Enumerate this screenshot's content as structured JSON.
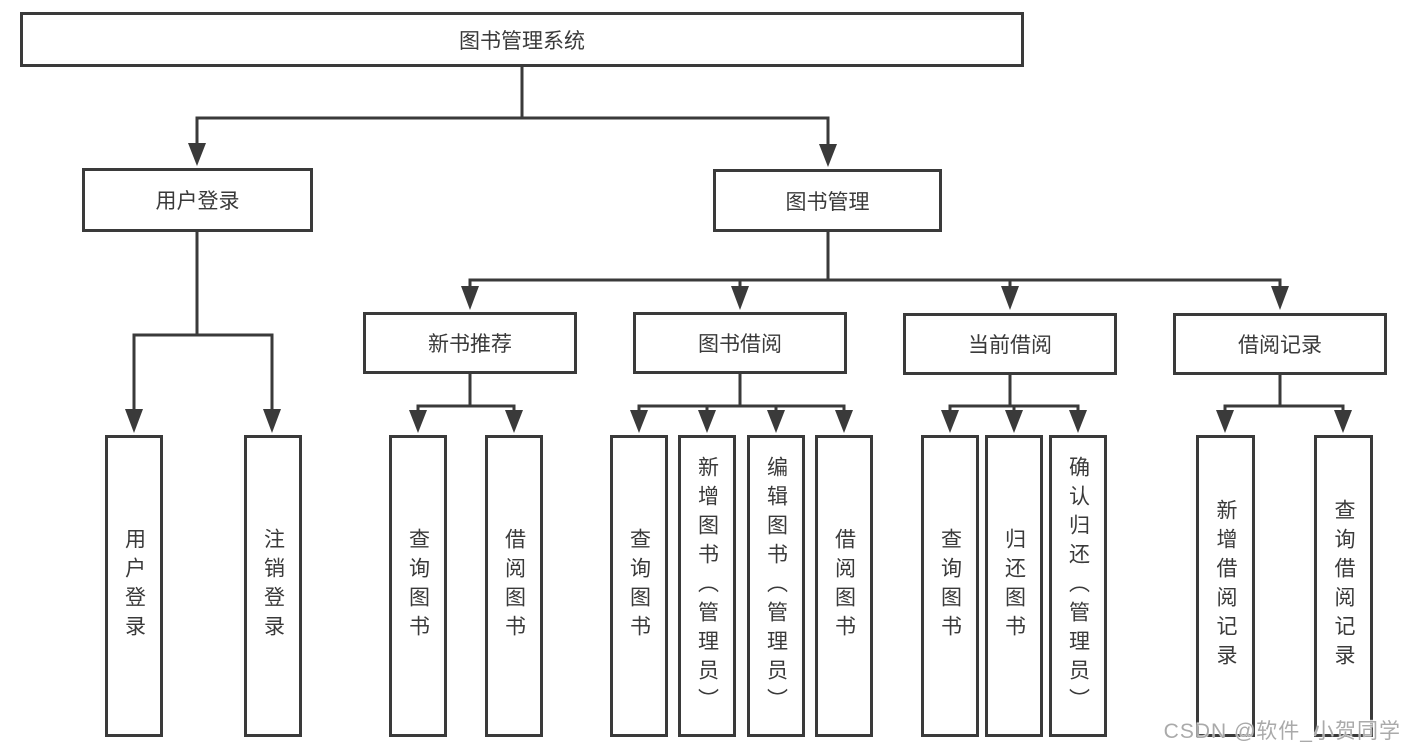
{
  "diagram": {
    "title": "图书管理系统",
    "watermark": "CSDN @软件_小贺同学",
    "colors": {
      "line": "#3a3a3a",
      "text": "#3a3a3a",
      "background": "#ffffff",
      "watermark": "#aaaaaa"
    },
    "nodes": {
      "root": {
        "label": "图书管理系统"
      },
      "user_login": {
        "label": "用户登录"
      },
      "book_mgmt": {
        "label": "图书管理"
      },
      "new_book_rec": {
        "label": "新书推荐"
      },
      "book_borrow": {
        "label": "图书借阅"
      },
      "current_borrow": {
        "label": "当前借阅"
      },
      "borrow_records": {
        "label": "借阅记录"
      },
      "leaf_user_login": {
        "label": "用户登录"
      },
      "leaf_logout": {
        "label": "注销登录"
      },
      "leaf_rec_query": {
        "label": "查询图书"
      },
      "leaf_rec_borrow": {
        "label": "借阅图书"
      },
      "leaf_bb_query": {
        "label": "查询图书"
      },
      "leaf_bb_add": {
        "label": "新增图书（管理员）"
      },
      "leaf_bb_edit": {
        "label": "编辑图书（管理员）"
      },
      "leaf_bb_borrow": {
        "label": "借阅图书"
      },
      "leaf_cb_query": {
        "label": "查询图书"
      },
      "leaf_cb_return": {
        "label": "归还图书"
      },
      "leaf_cb_confirm": {
        "label": "确认归还（管理员）"
      },
      "leaf_br_add": {
        "label": "新增借阅记录"
      },
      "leaf_br_query": {
        "label": "查询借阅记录"
      }
    },
    "hierarchy": [
      {
        "parent": "图书管理系统",
        "children": [
          "用户登录",
          "图书管理"
        ]
      },
      {
        "parent": "用户登录",
        "children": [
          "用户登录",
          "注销登录"
        ]
      },
      {
        "parent": "图书管理",
        "children": [
          "新书推荐",
          "图书借阅",
          "当前借阅",
          "借阅记录"
        ]
      },
      {
        "parent": "新书推荐",
        "children": [
          "查询图书",
          "借阅图书"
        ]
      },
      {
        "parent": "图书借阅",
        "children": [
          "查询图书",
          "新增图书（管理员）",
          "编辑图书（管理员）",
          "借阅图书"
        ]
      },
      {
        "parent": "当前借阅",
        "children": [
          "查询图书",
          "归还图书",
          "确认归还（管理员）"
        ]
      },
      {
        "parent": "借阅记录",
        "children": [
          "新增借阅记录",
          "查询借阅记录"
        ]
      }
    ]
  }
}
